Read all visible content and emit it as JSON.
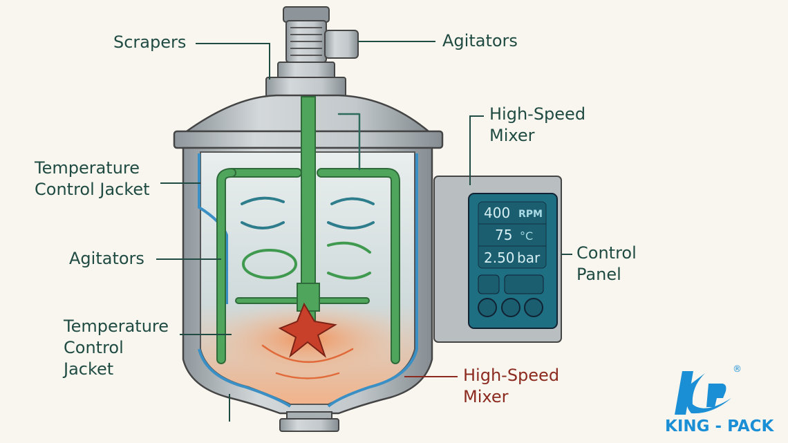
{
  "labels": {
    "scrapers": "Scrapers",
    "agitators_top": "Agitators",
    "high_speed_mixer_top": [
      "High-Speed",
      "Mixer"
    ],
    "temp_jacket_top": [
      "Temperature",
      "Control Jacket"
    ],
    "agitators_left": "Agitators",
    "temp_jacket_bottom": [
      "Temperature",
      "Control",
      "Jacket"
    ],
    "control_panel": [
      "Control",
      "Panel"
    ],
    "high_speed_mixer_bottom": [
      "High-Speed",
      "Mixer"
    ]
  },
  "control_panel": {
    "speed": {
      "value": "400",
      "unit": "RPM"
    },
    "temperature": {
      "value": "75",
      "unit": "°C"
    },
    "pressure": {
      "value": "2.50",
      "unit": "bar"
    }
  },
  "logo": {
    "text": "KING - PACK",
    "mark": "KP",
    "registered": "®"
  },
  "colors": {
    "label": "#1f4b42",
    "label_red": "#8c2a1f",
    "agitator": "#3f9a4f",
    "jacket": "#3a8fc4",
    "panel": "#1f6f82",
    "logo": "#1b8fd6"
  }
}
